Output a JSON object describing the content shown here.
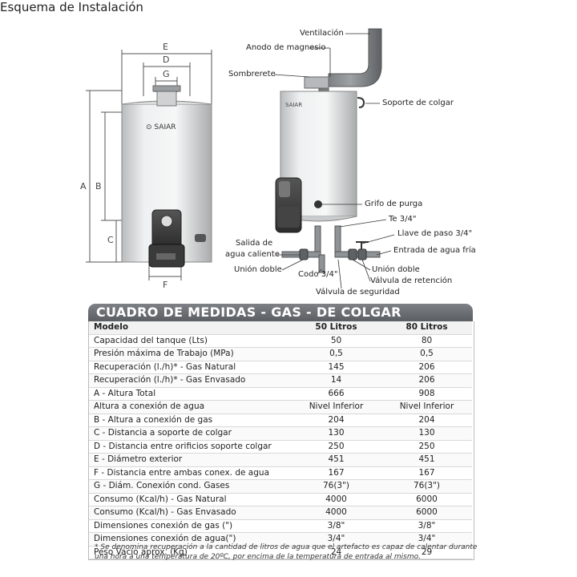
{
  "schema": {
    "title": "Esquema de Instalación",
    "brand": "SAIAR",
    "dimension_letters": [
      "E",
      "D",
      "G",
      "A",
      "B",
      "C",
      "F"
    ],
    "callouts": {
      "ventilacion": "Ventilación",
      "anodo": "Anodo de magnesio",
      "sombrerete": "Sombrerete",
      "soporte": "Soporte de colgar",
      "grifo": "Grifo de purga",
      "te": "Te 3/4\"",
      "llave": "Llave de paso 3/4\"",
      "salida_1": "Salida de",
      "salida_2": "agua caliente",
      "entrada": "Entrada de agua fría",
      "union_left": "Unión doble",
      "union_right": "Unión doble",
      "codo": "Codo 3/4\"",
      "valvula_ret": "Válvula de retención",
      "valvula_seg": "Válvula de seguridad"
    }
  },
  "table": {
    "title": "CUADRO DE MEDIDAS - GAS - DE COLGAR",
    "headers": [
      "Modelo",
      "50 Litros",
      "80 Litros"
    ],
    "rows": [
      [
        "Capacidad del tanque (Lts)",
        "50",
        "80"
      ],
      [
        "Presión máxima de Trabajo (MPa)",
        "0,5",
        "0,5"
      ],
      [
        "Recuperación (l./h)* - Gas Natural",
        "145",
        "206"
      ],
      [
        "Recuperación (l./h)* - Gas Envasado",
        "14",
        "206"
      ],
      [
        "A - Altura Total",
        "666",
        "908"
      ],
      [
        "Altura a conexión de agua",
        "Nivel Inferior",
        "Nivel Inferior"
      ],
      [
        "B - Altura a conexión de gas",
        "204",
        "204"
      ],
      [
        "C - Distancia a soporte de colgar",
        "130",
        "130"
      ],
      [
        "D - Distancia entre orificios soporte colgar",
        "250",
        "250"
      ],
      [
        "E - Diámetro exterior",
        "451",
        "451"
      ],
      [
        "F - Distancia entre ambas conex. de agua",
        "167",
        "167"
      ],
      [
        "G - Diám. Conexión cond. Gases",
        "76(3\")",
        "76(3\")"
      ],
      [
        "Consumo (Kcal/h) - Gas Natural",
        "4000",
        "6000"
      ],
      [
        "Consumo (Kcal/h) - Gas Envasado",
        "4000",
        "6000"
      ],
      [
        "Dimensiones conexión de gas (\")",
        "3/8\"",
        "3/8\""
      ],
      [
        "Dimensiones conexión de agua(\")",
        "3/4\"",
        "3/4\""
      ],
      [
        "Peso Vacío aprox. (Kg)",
        "24",
        "29"
      ]
    ],
    "footnote": "* Se denomina recuperación a la cantidad de litros de agua que el artefacto es capaz de calentar durante una hora a una temperatura de 20ºC, por encima de la temperatura de entrada al mismo."
  }
}
